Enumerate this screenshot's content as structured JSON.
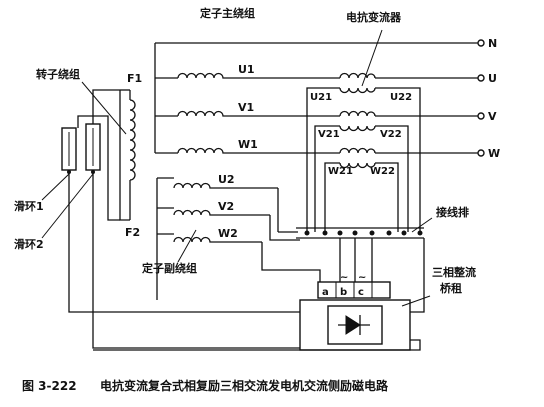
{
  "labels": {
    "stator_main": "定子主绕组",
    "reactor": "电抗变流器",
    "rotor": "转子绕组",
    "slip_ring_1": "滑环1",
    "slip_ring_2": "滑环2",
    "stator_aux": "定子副绕组",
    "terminal_strip": "接线排",
    "rectifier_line1": "三相整流",
    "rectifier_line2": "桥租"
  },
  "terminals": {
    "F1": "F1",
    "F2": "F2",
    "U1": "U1",
    "V1": "V1",
    "W1": "W1",
    "U2": "U2",
    "V2": "V2",
    "W2": "W2",
    "U21": "U21",
    "U22": "U22",
    "V21": "V21",
    "V22": "V22",
    "W21": "W21",
    "W22": "W22",
    "a": "a",
    "b": "b",
    "c": "c",
    "tilde": "~"
  },
  "outputs": {
    "N": "N",
    "U": "U",
    "V": "V",
    "W": "W"
  },
  "caption": {
    "figure": "图 3-222",
    "text": "电抗变流复合式相复励三相交流发电机交流侧励磁电路"
  }
}
